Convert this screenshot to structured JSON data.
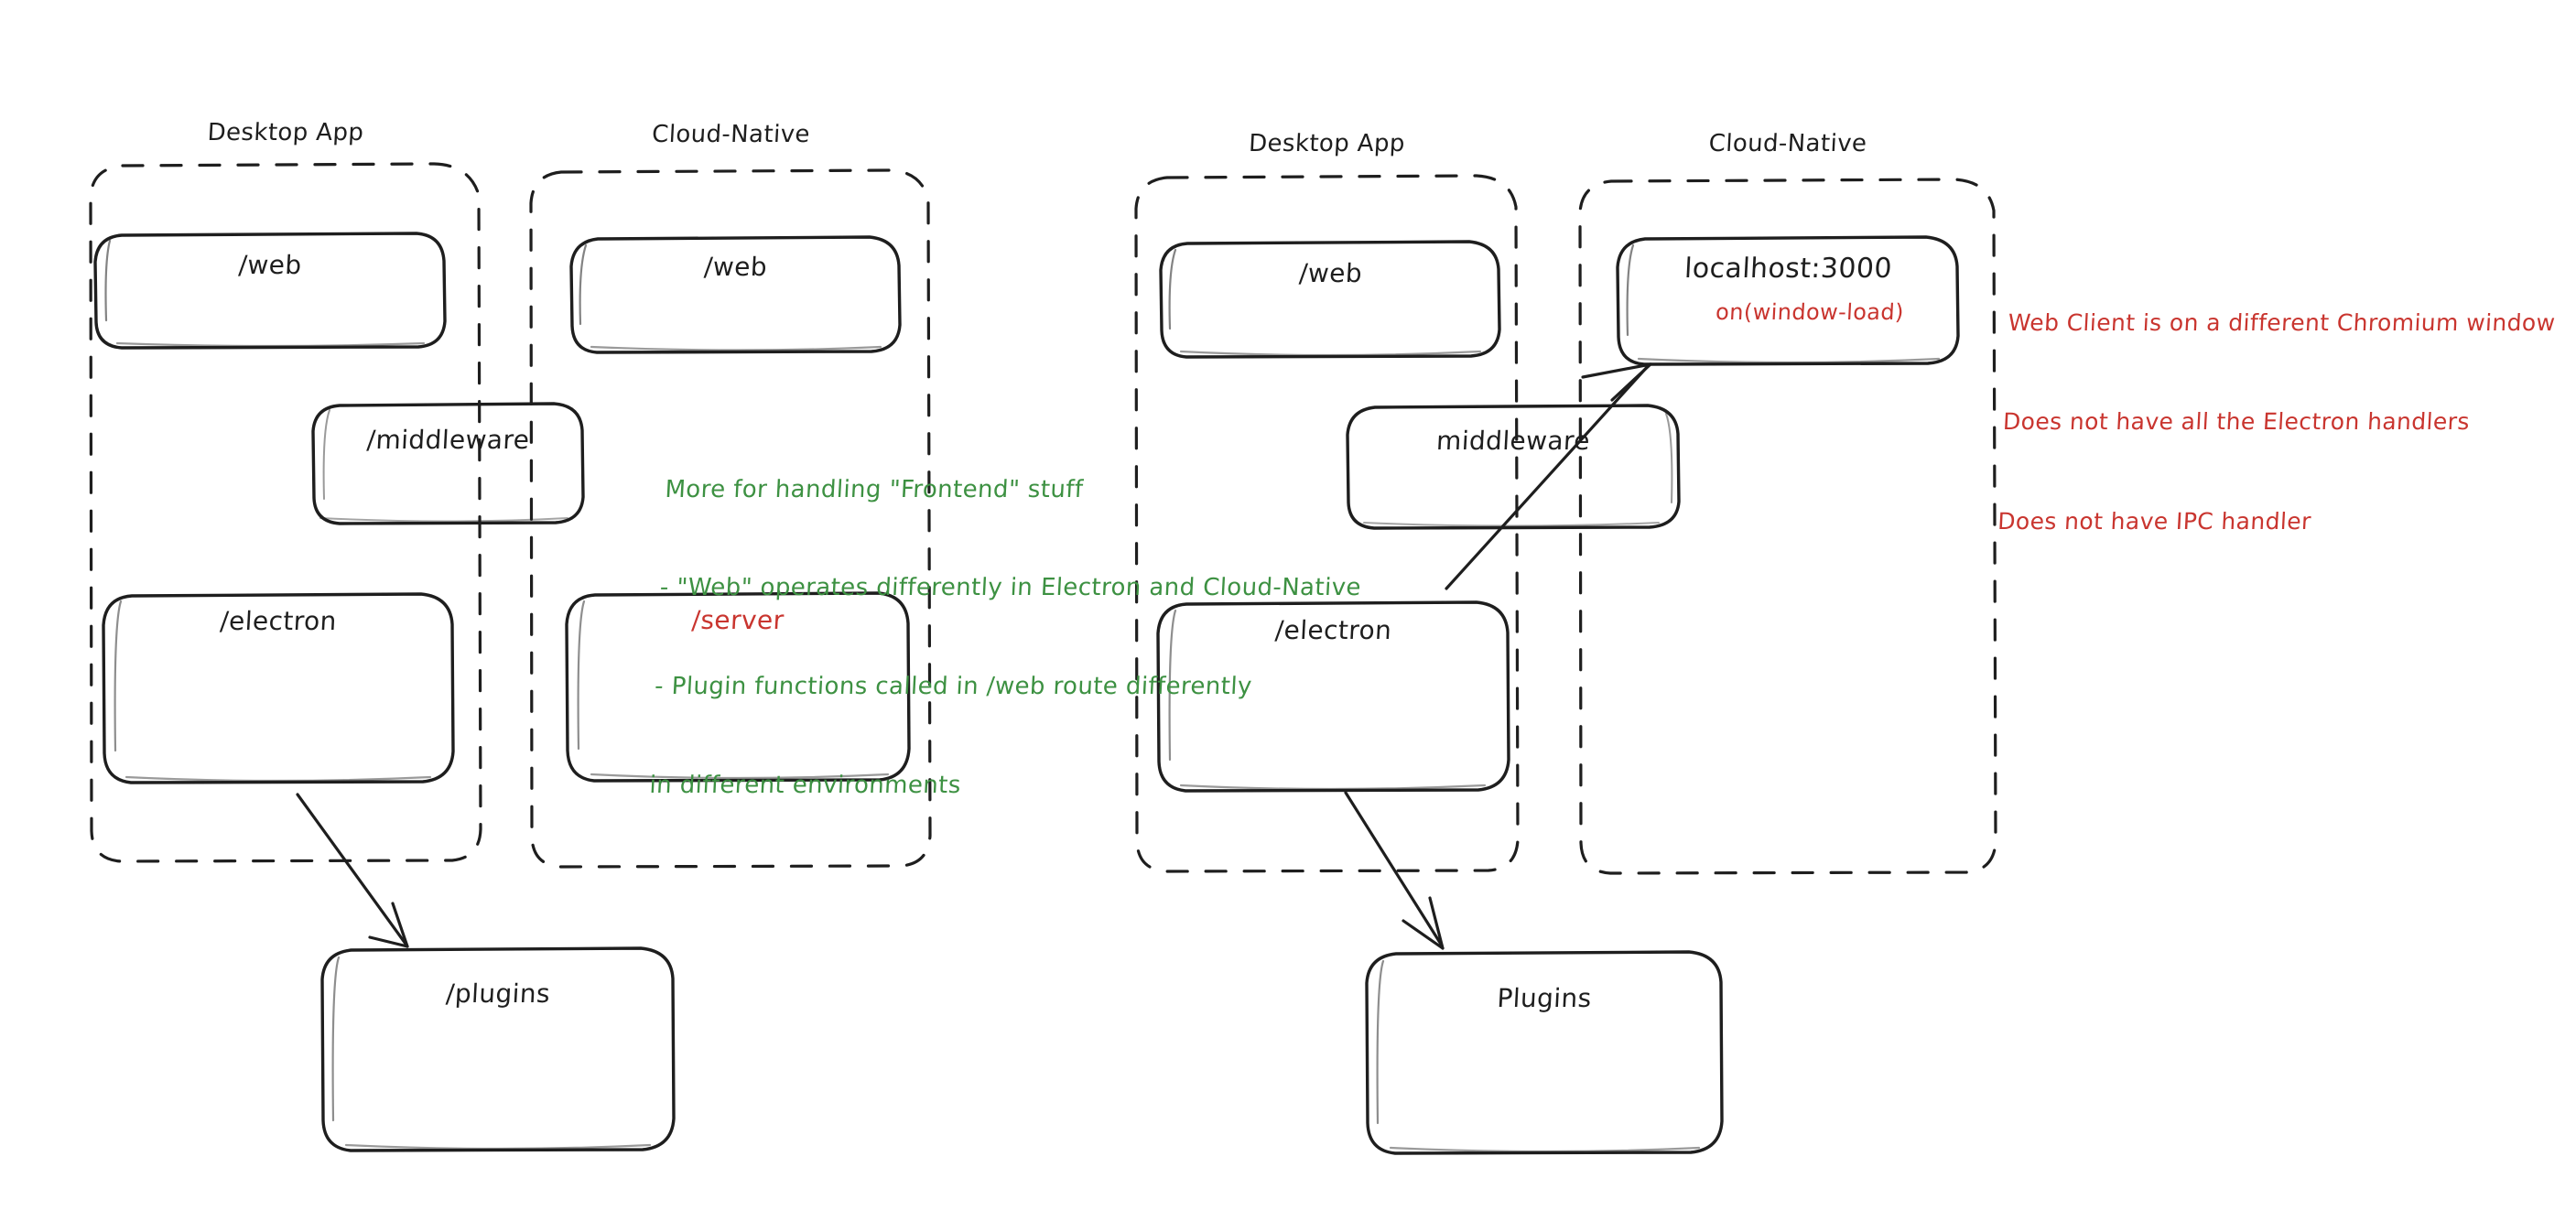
{
  "diagram": {
    "title": "Electron Desktop App vs Cloud-Native architecture comparison",
    "colors": {
      "ink": "#1e1e1e",
      "green": "#3d9142",
      "red": "#c9352f",
      "background": "#ffffff"
    },
    "left_diagram": {
      "groups": [
        {
          "label": "Desktop App"
        },
        {
          "label": "Cloud-Native"
        }
      ],
      "boxes": [
        {
          "label": "/web",
          "color": "ink"
        },
        {
          "label": "/web",
          "color": "ink"
        },
        {
          "label": "/middleware",
          "color": "ink"
        },
        {
          "label": "/electron",
          "color": "ink"
        },
        {
          "label": "/server",
          "color": "red"
        },
        {
          "label": "/plugins",
          "color": "ink"
        }
      ]
    },
    "right_diagram": {
      "groups": [
        {
          "label": "Desktop App"
        },
        {
          "label": "Cloud-Native"
        }
      ],
      "boxes": [
        {
          "label": "/web",
          "color": "ink"
        },
        {
          "label": "localhost:3000",
          "sublabel": "on(window-load)",
          "color": "ink",
          "sublabel_color": "red"
        },
        {
          "label": "middleware",
          "color": "ink"
        },
        {
          "label": "/electron",
          "color": "ink"
        },
        {
          "label": "Plugins",
          "color": "ink"
        }
      ]
    },
    "annotations": {
      "green_note": {
        "lines": [
          "More for handling \"Frontend\" stuff",
          "- \"Web\" operates differently in Electron and Cloud-Native",
          "- Plugin functions called in /web route differently",
          "in different environments"
        ]
      },
      "red_note": {
        "lines": [
          "Web Client is on a different Chromium window",
          "Does not have all the Electron handlers",
          "Does not have IPC handler"
        ]
      }
    },
    "arrows": [
      {
        "from": "/electron",
        "to": "/plugins",
        "diagram": "left"
      },
      {
        "from": "/electron",
        "to": "localhost:3000",
        "diagram": "right"
      },
      {
        "from": "/electron",
        "to": "Plugins",
        "diagram": "right"
      }
    ]
  }
}
